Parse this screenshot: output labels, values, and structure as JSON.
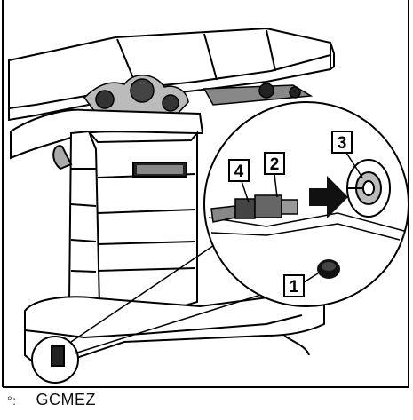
{
  "callouts": [
    "1",
    "2",
    "3",
    "4"
  ],
  "caption": {
    "mark": "°:",
    "text": "GCMEZ"
  },
  "colors": {
    "ink": "#000000",
    "paper": "#ffffff",
    "shade": "#1a1a1a"
  },
  "icons": [
    "arrow-right-icon",
    "connector-plug-icon",
    "connector-socket-icon",
    "cap-plug-icon"
  ]
}
